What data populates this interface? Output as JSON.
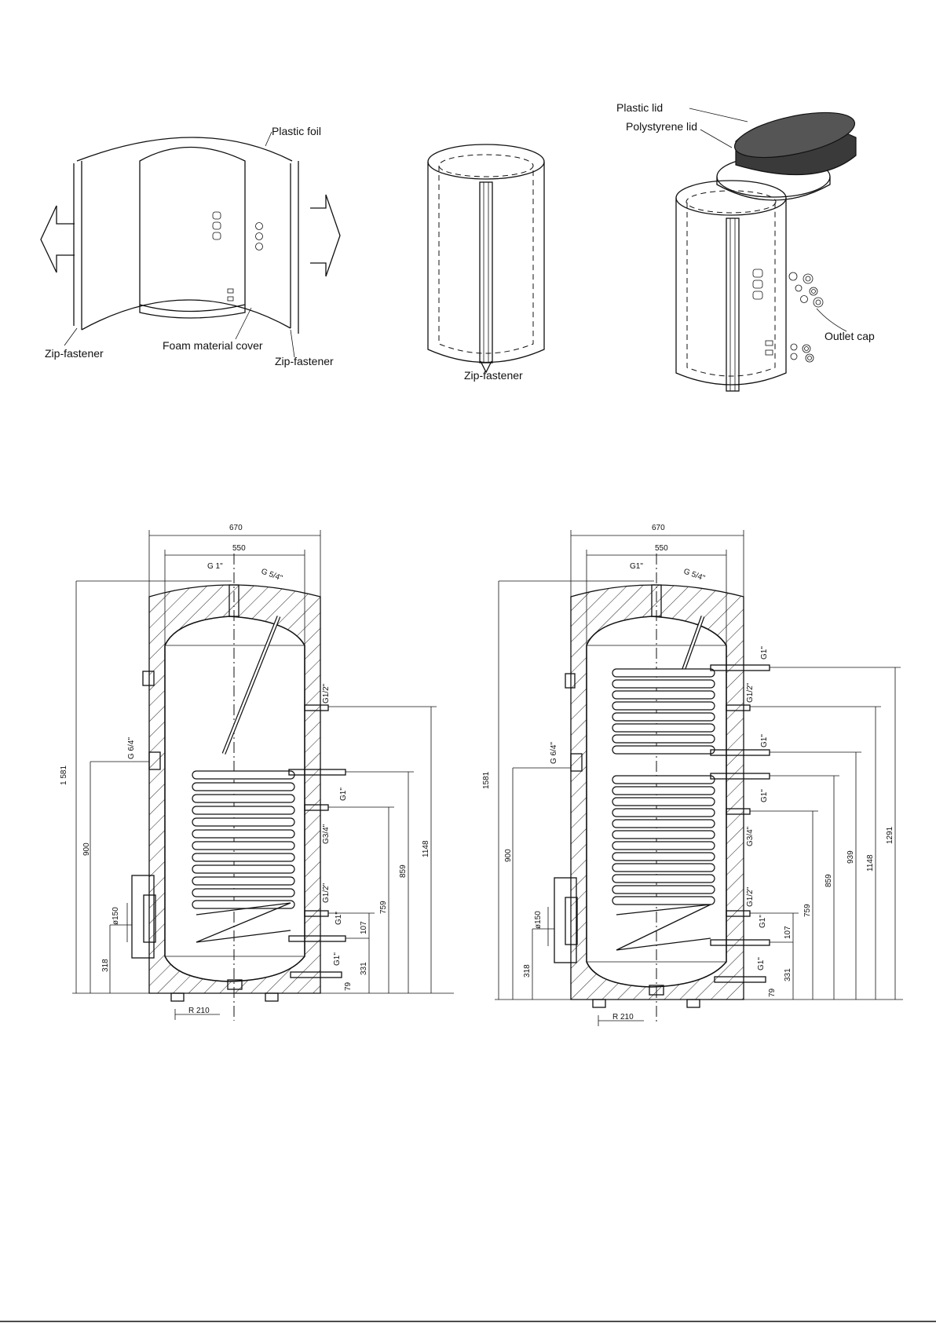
{
  "installation": {
    "plastic_foil": "Plastic  foil",
    "zip_fastener_1": "Zip-fastener",
    "foam_cover": "Foam material cover",
    "zip_fastener_2": "Zip-fastener",
    "zip_fastener_3": "Zip-fastener",
    "plastic_lid": "Plastic lid",
    "polystyrene_lid": "Polystyrene lid",
    "outlet_cap": "Outlet cap"
  },
  "drawing_left": {
    "d670": "670",
    "d550": "550",
    "g1": "G 1\"",
    "g54": "G 5/4\"",
    "g12_top": "G1/2\"",
    "g64": "G 6/4\"",
    "g1_mid": "G1\"",
    "g34": "G3/4\"",
    "g12_low": "G1/2\"",
    "g1_low": "G1\"",
    "g1_bottom": "G1\"",
    "h1581": "1 581",
    "h900": "900",
    "h318": "318",
    "d150": "ø150",
    "h1148": "1148",
    "h859": "859",
    "h759": "759",
    "h331": "331",
    "h107": "107",
    "h79": "79",
    "r210": "R 210"
  },
  "drawing_right": {
    "d670": "670",
    "d550": "550",
    "g1": "G1\"",
    "g54": "G 5/4\"",
    "g1_top": "G1\"",
    "g12_top": "G1/2\"",
    "g1_a": "G1\"",
    "g64": "G 6/4\"",
    "g1_b": "G1\"",
    "g34": "G3/4\"",
    "g12_low": "G1/2\"",
    "g1_low": "G1\"",
    "g1_bottom": "G1\"",
    "h1581": "1581",
    "h900": "900",
    "h318": "318",
    "d150": "ø150",
    "h1291": "1291",
    "h1148": "1148",
    "h939": "939",
    "h859": "859",
    "h759": "759",
    "h331": "331",
    "h107": "107",
    "h79": "79",
    "r210": "R 210"
  }
}
